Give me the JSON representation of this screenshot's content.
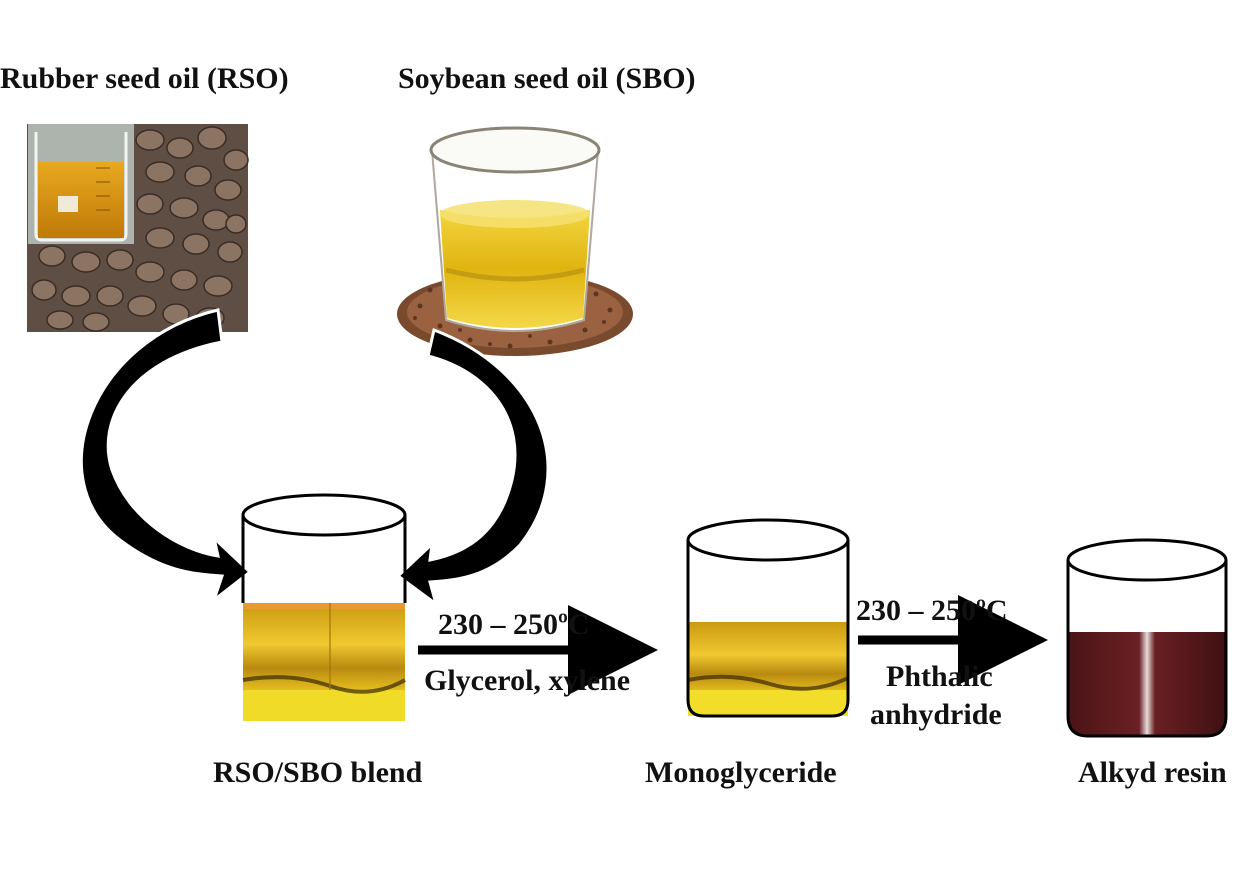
{
  "sources": {
    "rso_label": "Rubber seed oil (RSO)",
    "sbo_label": "Soybean seed oil (SBO)"
  },
  "steps": {
    "blend_label": "RSO/SBO blend",
    "monoglyceride_label": "Monoglyceride",
    "alkyd_label": "Alkyd resin"
  },
  "reaction1": {
    "temperature": "230 – 250ºC",
    "reagents": "Glycerol, xylene"
  },
  "reaction2": {
    "temperature": "230 – 250ºC",
    "reagent_line1": "Phthalic",
    "reagent_line2": "anhydride"
  },
  "colors": {
    "oil_gold": "#d9a800",
    "oil_light": "#f2d21a",
    "resin_brown": "#5a1a1c",
    "arrow_black": "#000000",
    "seed_bg": "#6e5a4e",
    "flax_seed": "#8a5a3a"
  }
}
